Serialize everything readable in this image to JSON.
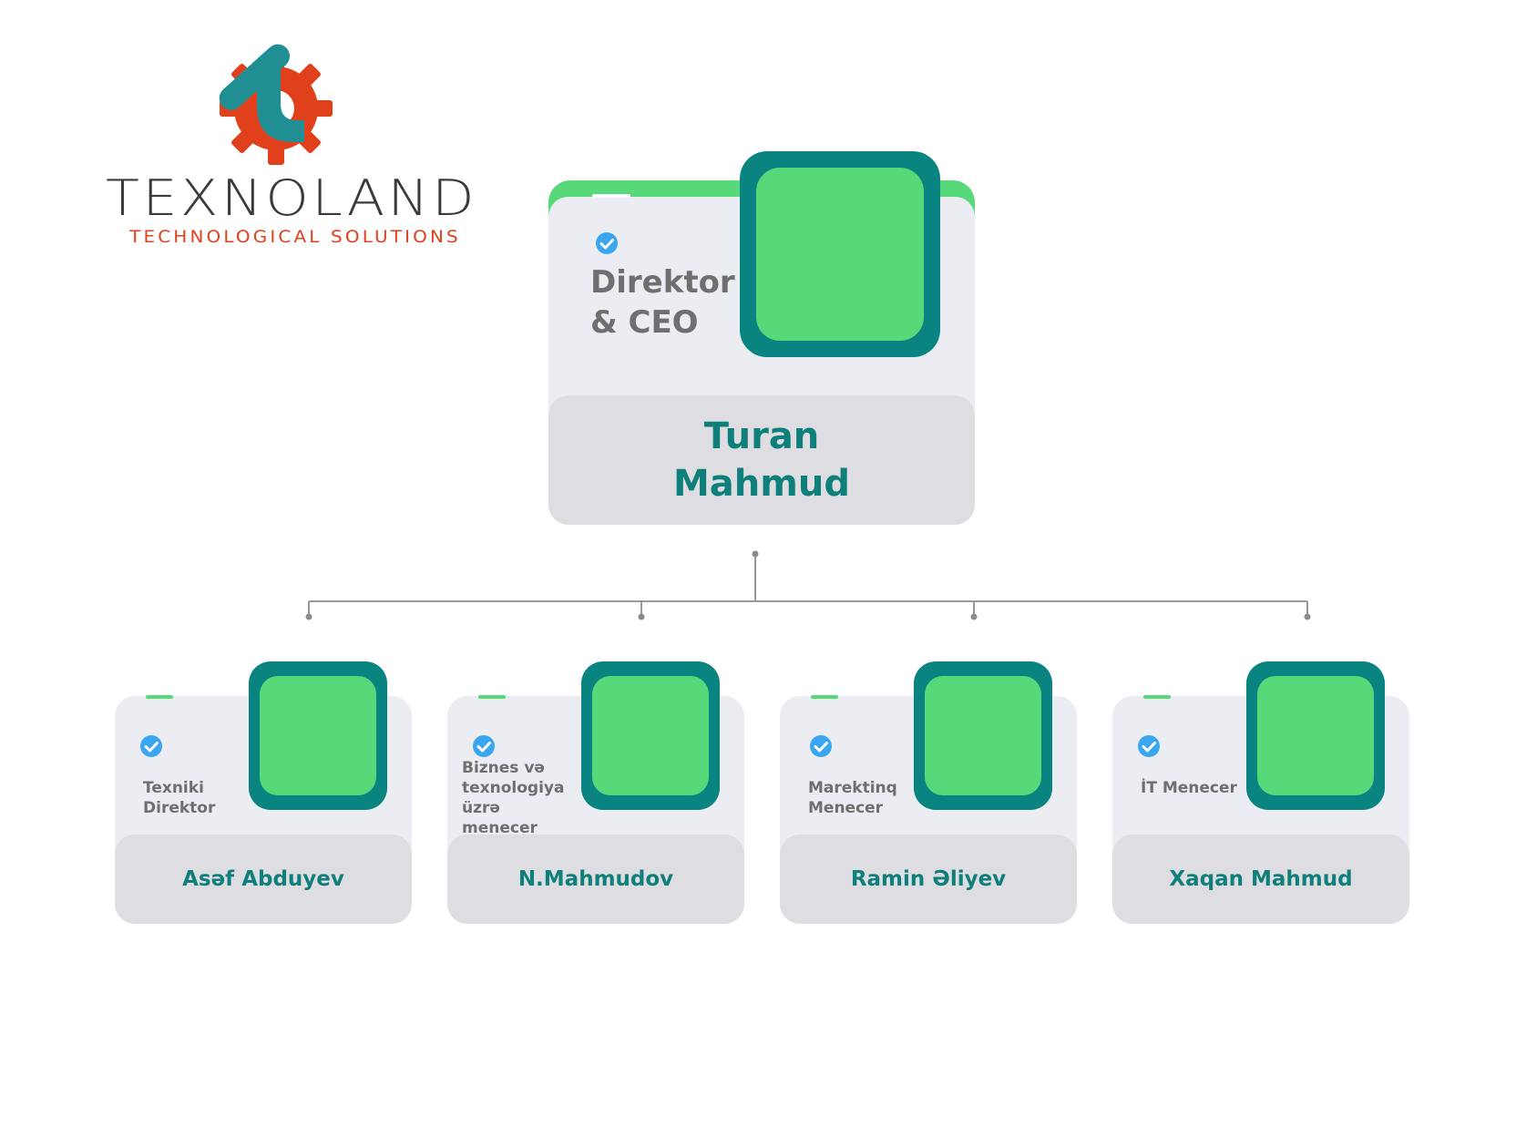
{
  "logo": {
    "name": "TEXNOLAND",
    "tagline": "TECHNOLOGICAL SOLUTIONS",
    "icon": "gear-t-logo-icon"
  },
  "colors": {
    "teal": "#0a8480",
    "green": "#57d97a",
    "card_bg": "#ebedf2",
    "name_bg": "#dedee2",
    "name_text": "#0f7f7b",
    "check_blue": "#3aa6f0",
    "line": "#9a9a9a"
  },
  "ceo": {
    "role_line1": "Direktor",
    "role_line2": "& CEO",
    "name_line1": "Turan",
    "name_line2": "Mahmud"
  },
  "reports": [
    {
      "role": "Texniki Direktor",
      "name": "Asəf Abduyev"
    },
    {
      "role": "Biznes və texnologiya üzrə menecer",
      "name": "N.Mahmudov"
    },
    {
      "role": "Marektinq Menecer",
      "name": "Ramin Əliyev"
    },
    {
      "role": "İT Menecer",
      "name": "Xaqan Mahmud"
    }
  ]
}
